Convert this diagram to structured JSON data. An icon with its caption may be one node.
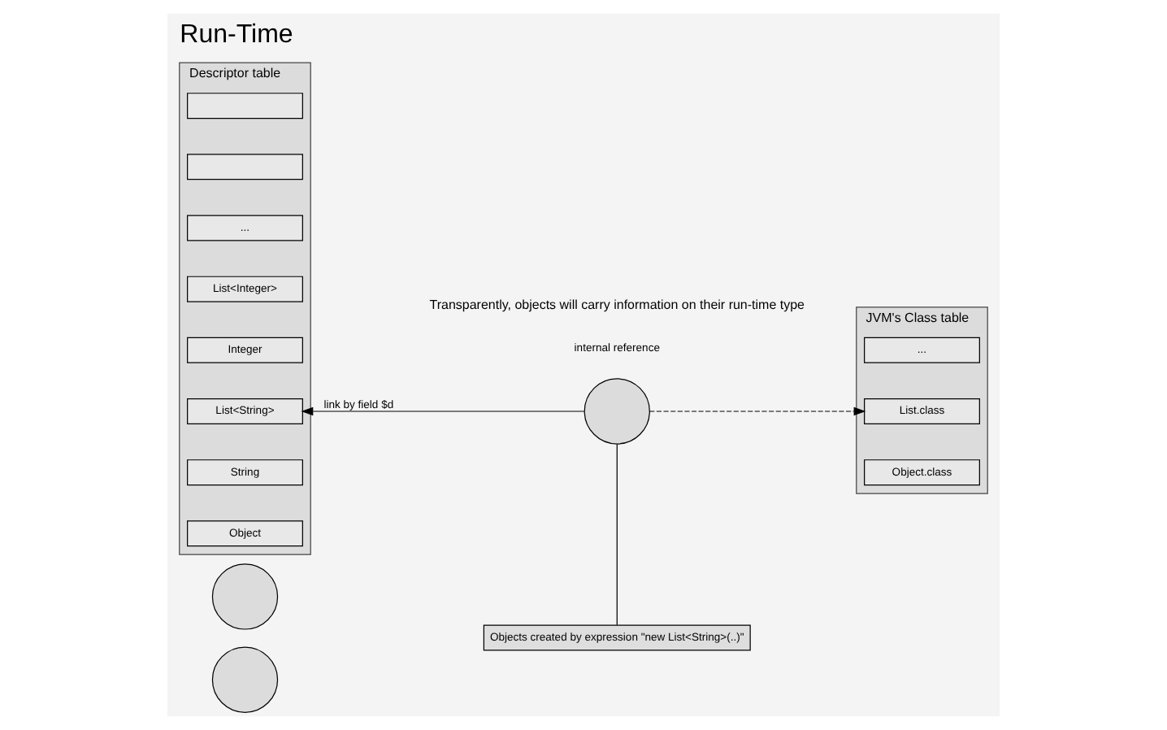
{
  "diagram": {
    "title": "Run-Time",
    "nodes": [
      {
        "text": [
          "Descriptor table"
        ]
      },
      {
        "text": [
          "Object"
        ],
        "in": 0
      },
      {
        "text": [
          "String"
        ],
        "in": 0
      },
      {
        "text": [
          "List<String>"
        ],
        "in": 0
      },
      {
        "text": [
          "Integer"
        ],
        "in": 0
      },
      {
        "text": [
          "List<Integer>"
        ],
        "in": 0
      },
      {
        "text": [
          "..."
        ],
        "in": 0
      },
      {
        "text": [],
        "shape": "box",
        "in": 0
      },
      {
        "text": [],
        "shape": "box",
        "in": 0
      },
      {
        "text": [
          "JVM's Class table"
        ]
      },
      {
        "text": [
          "Object.class"
        ],
        "in": 9
      },
      {
        "text": [
          "List.class"
        ],
        "in": 9
      },
      {
        "text": [
          "..."
        ],
        "in": 9
      },
      {
        "text": [],
        "shape": "circle"
      },
      {
        "text": [],
        "shape": "circle"
      },
      {
        "text": [],
        "shape": "circle"
      },
      {
        "text": [
          "Objects created by expression \"new List<String>(..)\""
        ]
      }
    ],
    "edges": [
      {
        "from": 13,
        "to": 3,
        "arrow": "to",
        "label": "link by field $d"
      },
      {
        "from": 13,
        "to": 11,
        "arrow": "to",
        "style": "dashed"
      },
      {
        "from": 16,
        "to": 13,
        "arrow": "none"
      }
    ],
    "labels": [
      "internal reference",
      "Transparently, objects will carry information on their run-time type"
    ]
  }
}
